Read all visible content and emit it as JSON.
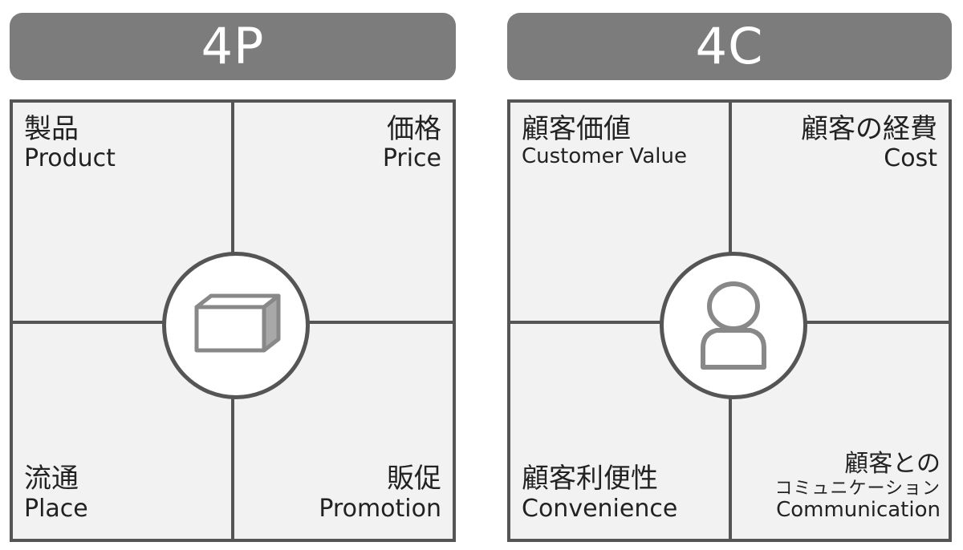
{
  "left_panel": {
    "title": "4P",
    "icon": "box-icon",
    "quadrants": {
      "top_left": {
        "ja": "製品",
        "en": "Product"
      },
      "top_right": {
        "ja": "価格",
        "en": "Price"
      },
      "bottom_left": {
        "ja": "流通",
        "en": "Place"
      },
      "bottom_right": {
        "ja": "販促",
        "en": "Promotion"
      }
    }
  },
  "right_panel": {
    "title": "4C",
    "icon": "person-icon",
    "quadrants": {
      "top_left": {
        "ja": "顧客価値",
        "en": "Customer Value"
      },
      "top_right": {
        "ja": "顧客の経費",
        "en": "Cost"
      },
      "bottom_left": {
        "ja": "顧客利便性",
        "en": "Convenience"
      },
      "bottom_right": {
        "ja": "顧客との",
        "ja2": "コミュニケーション",
        "en": "Communication"
      }
    }
  },
  "colors": {
    "banner": "#7c7c7c",
    "border": "#555555",
    "cell_fill": "#f2f2f2",
    "icon_fill": "#888888"
  }
}
